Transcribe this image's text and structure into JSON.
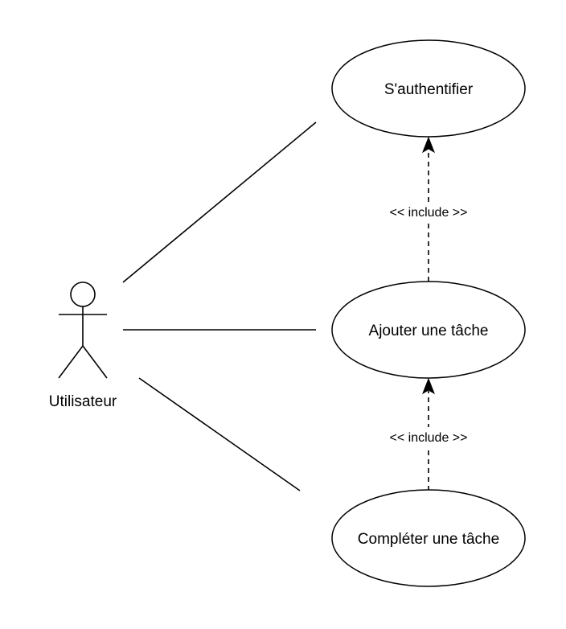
{
  "diagram": {
    "type": "use-case",
    "actor": {
      "label": "Utilisateur"
    },
    "use_cases": [
      {
        "id": "auth",
        "label": "S'authentifier"
      },
      {
        "id": "add",
        "label": "Ajouter une tâche"
      },
      {
        "id": "complete",
        "label": "Compléter une tâche"
      }
    ],
    "associations": [
      {
        "from": "actor",
        "to": "auth"
      },
      {
        "from": "actor",
        "to": "add"
      },
      {
        "from": "actor",
        "to": "complete"
      }
    ],
    "includes": [
      {
        "from": "add",
        "to": "auth",
        "label": "<< include >>"
      },
      {
        "from": "complete",
        "to": "add",
        "label": "<< include >>"
      }
    ]
  }
}
